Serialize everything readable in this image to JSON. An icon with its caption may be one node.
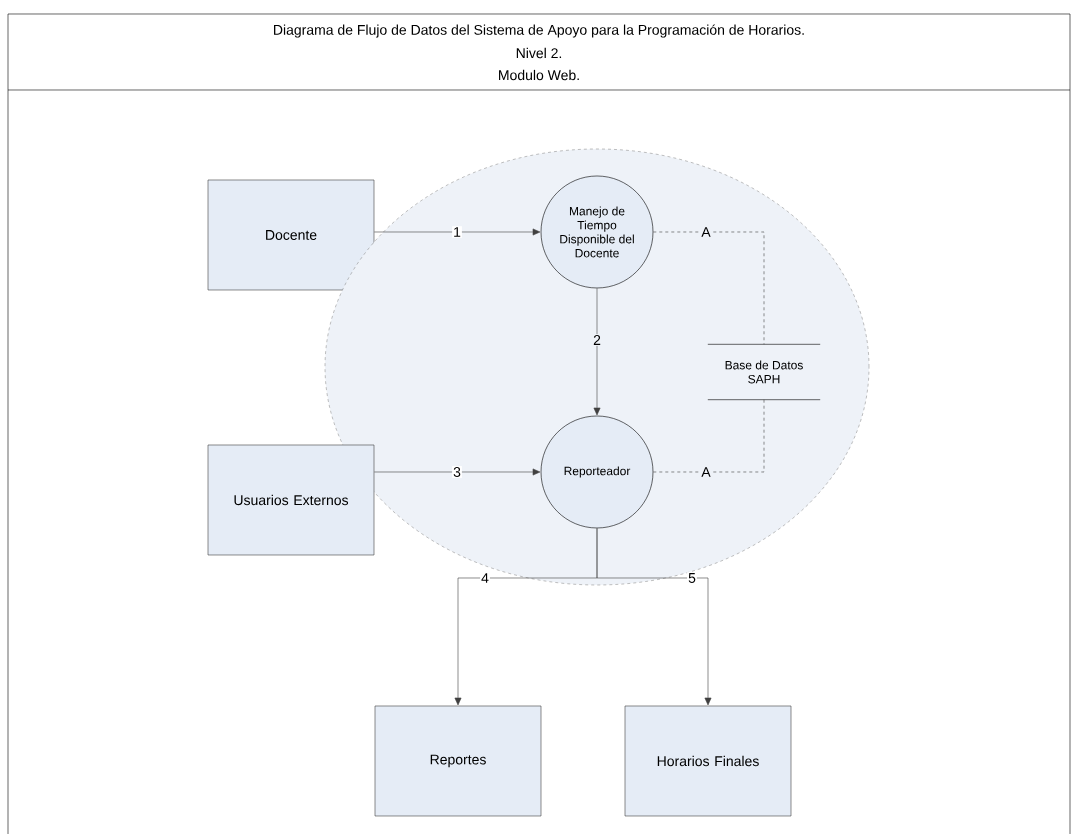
{
  "diagram": {
    "title": "Diagrama de Flujo de Datos del Sistema de Apoyo para la Programación de Horarios.",
    "nodes": [
      {
        "text": [
          "Docente"
        ]
      },
      {
        "text": [],
        "shape": "circle"
      },
      {
        "text": [
          "Manejo de Tiempo Disponible del Docente"
        ],
        "in": 1
      },
      {
        "text": [
          "Base de Datos SAPH"
        ],
        "in": 1
      },
      {
        "text": [
          "Usuarios Externos"
        ]
      },
      {
        "text": [
          "Reporteador"
        ],
        "in": 1
      },
      {
        "text": [
          "Reportes"
        ]
      },
      {
        "text": [
          "Horarios Finales"
        ]
      }
    ],
    "edges": [
      {
        "from": 0,
        "to": 2,
        "arrow": "to",
        "label": "1"
      },
      {
        "from": 2,
        "to": 3,
        "arrow": "none",
        "label": "A",
        "style": "dashed"
      },
      {
        "from": 2,
        "to": 5,
        "arrow": "to",
        "label": "2"
      },
      {
        "from": 4,
        "to": 5,
        "arrow": "to",
        "label": "3"
      },
      {
        "from": 5,
        "to": 3,
        "arrow": "none",
        "label": "A",
        "style": "dashed"
      },
      {
        "from": 5,
        "to": 6,
        "arrow": "to",
        "label": "4"
      },
      {
        "from": 5,
        "to": 7,
        "arrow": "to",
        "label": "5"
      }
    ],
    "labels": [
      "Nivel 2.",
      "Modulo Web."
    ]
  }
}
